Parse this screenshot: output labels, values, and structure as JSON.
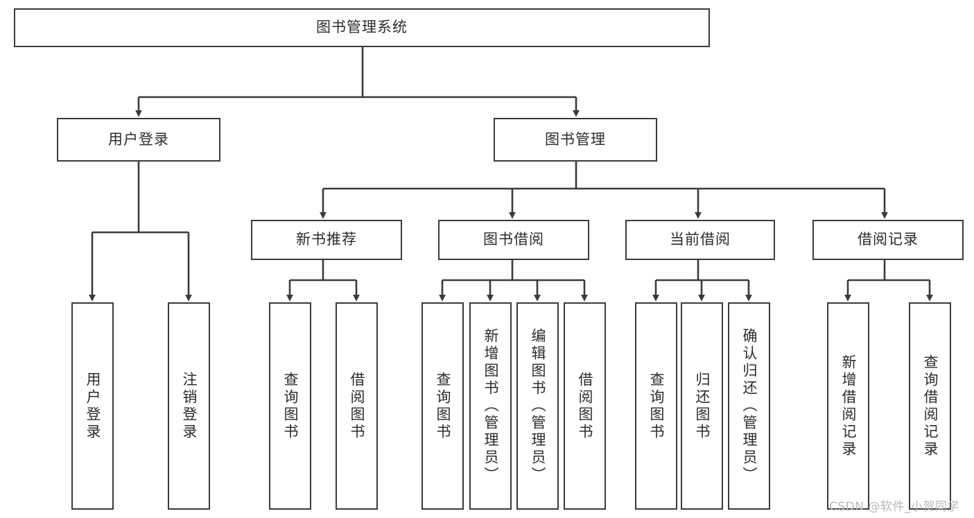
{
  "diagram": {
    "type": "tree-hierarchy",
    "title": "图书管理系统",
    "watermark": "CSDN @软件_小贺同学",
    "colors": {
      "stroke": "#3a3a3a",
      "fill": "#ffffff",
      "text": "#2b2b2b",
      "watermark": "#b9b9b9"
    },
    "nodes": {
      "root": {
        "label": "图书管理系统",
        "orientation": "horizontal"
      },
      "level2": [
        {
          "id": "user-login",
          "label": "用户登录",
          "orientation": "horizontal"
        },
        {
          "id": "book-manage",
          "label": "图书管理",
          "orientation": "horizontal"
        }
      ],
      "level3": [
        {
          "id": "new-book-recommend",
          "label": "新书推荐",
          "orientation": "horizontal"
        },
        {
          "id": "book-borrow",
          "label": "图书借阅",
          "orientation": "horizontal"
        },
        {
          "id": "current-borrow",
          "label": "当前借阅",
          "orientation": "horizontal"
        },
        {
          "id": "borrow-record",
          "label": "借阅记录",
          "orientation": "horizontal"
        }
      ],
      "leaves": [
        {
          "id": "leaf-user-login",
          "label": "用户登录",
          "parent": "user-login",
          "orientation": "vertical"
        },
        {
          "id": "leaf-user-logout",
          "label": "注销登录",
          "parent": "user-login",
          "orientation": "vertical"
        },
        {
          "id": "leaf-query-book-1",
          "label": "查询图书",
          "parent": "new-book-recommend",
          "orientation": "vertical"
        },
        {
          "id": "leaf-borrow-book-1",
          "label": "借阅图书",
          "parent": "new-book-recommend",
          "orientation": "vertical"
        },
        {
          "id": "leaf-query-book-2",
          "label": "查询图书",
          "parent": "book-borrow",
          "orientation": "vertical"
        },
        {
          "id": "leaf-add-book",
          "label": "新增图书（管理员）",
          "parent": "book-borrow",
          "orientation": "vertical"
        },
        {
          "id": "leaf-edit-book",
          "label": "编辑图书（管理员）",
          "parent": "book-borrow",
          "orientation": "vertical"
        },
        {
          "id": "leaf-borrow-book-2",
          "label": "借阅图书",
          "parent": "book-borrow",
          "orientation": "vertical"
        },
        {
          "id": "leaf-query-book-3",
          "label": "查询图书",
          "parent": "current-borrow",
          "orientation": "vertical"
        },
        {
          "id": "leaf-return-book",
          "label": "归还图书",
          "parent": "current-borrow",
          "orientation": "vertical"
        },
        {
          "id": "leaf-confirm-return",
          "label": "确认归还（管理员）",
          "parent": "current-borrow",
          "orientation": "vertical"
        },
        {
          "id": "leaf-add-record",
          "label": "新增借阅记录",
          "parent": "borrow-record",
          "orientation": "vertical"
        },
        {
          "id": "leaf-query-record",
          "label": "查询借阅记录",
          "parent": "borrow-record",
          "orientation": "vertical"
        }
      ]
    }
  }
}
